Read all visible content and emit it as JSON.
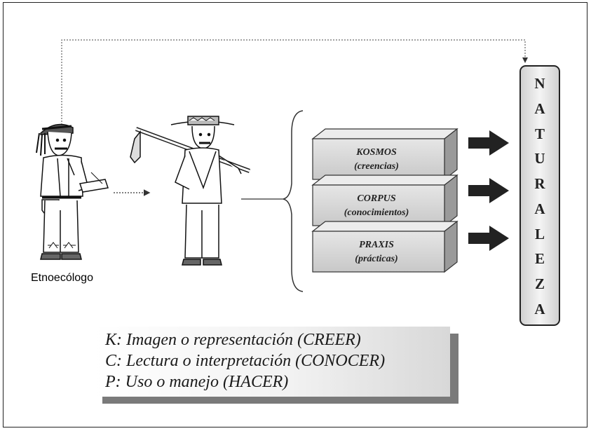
{
  "caption": "Etnoecólogo",
  "boxes": [
    {
      "title": "KOSMOS",
      "subtitle": "(creencias)"
    },
    {
      "title": "CORPUS",
      "subtitle": "(conocimientos)"
    },
    {
      "title": "PRAXIS",
      "subtitle": "(prácticas)"
    }
  ],
  "naturaleza_letters": [
    "N",
    "A",
    "T",
    "U",
    "R",
    "A",
    "L",
    "E",
    "Z",
    "A"
  ],
  "legend": {
    "line1": "K: Imagen o representación (CREER)",
    "line2": "C: Lectura o interpretación (CONOCER)",
    "line3": "P: Uso o manejo (HACER)"
  },
  "colors": {
    "box_fill": "#d4d4d4",
    "box_side": "#9a9a9a",
    "arrow": "#222222",
    "ink": "#1a1a1a"
  }
}
